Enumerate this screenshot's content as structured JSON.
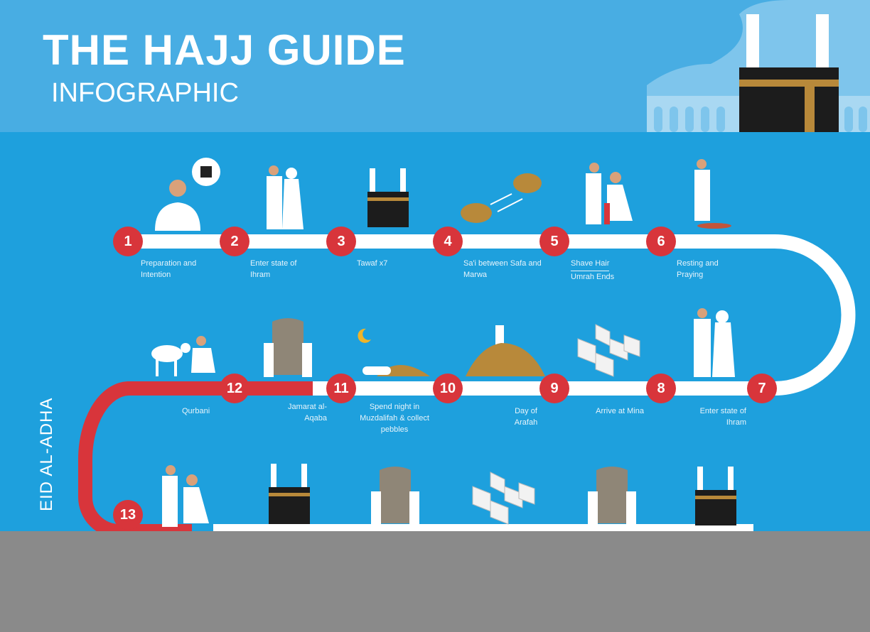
{
  "header": {
    "title": "THE HAJJ GUIDE",
    "subtitle": "INFOGRAPHIC"
  },
  "side_label": "EID AL-ADHA",
  "colors": {
    "background": "#1ea0dd",
    "header": "#48ade3",
    "step_circle": "#d8353b",
    "road_white": "#ffffff",
    "road_red": "#d8353b",
    "overlay": "#8a8a8a"
  },
  "steps": [
    {
      "number": "1",
      "label": "Preparation and Intention",
      "icon": "pilgrim-thinking-kaaba-icon"
    },
    {
      "number": "2",
      "label": "Enter state of Ihram",
      "icon": "pilgrims-ihram-icon"
    },
    {
      "number": "3",
      "label": "Tawaf x7",
      "icon": "kaaba-icon"
    },
    {
      "number": "4",
      "label": "Sa'i between Safa and Marwa",
      "icon": "hills-icon"
    },
    {
      "number": "5",
      "label": "Shave Hair",
      "label2": "Umrah Ends",
      "icon": "haircut-icon"
    },
    {
      "number": "6",
      "label": "Resting and Praying",
      "icon": "praying-pilgrim-icon"
    },
    {
      "number": "7",
      "label": "Enter state of Ihram",
      "icon": "pilgrims-ihram-icon"
    },
    {
      "number": "8",
      "label": "Arrive at Mina",
      "icon": "tents-icon"
    },
    {
      "number": "9",
      "label": "Day of Arafah",
      "icon": "mount-arafah-icon"
    },
    {
      "number": "10",
      "label": "Spend night in Muzdalifah & collect pebbles",
      "icon": "sleeping-pilgrim-icon"
    },
    {
      "number": "11",
      "label": "Jamarat al-Aqaba",
      "icon": "jamarat-pillar-icon"
    },
    {
      "number": "12",
      "label": "Qurbani",
      "icon": "sheep-sacrifice-icon"
    },
    {
      "number": "13",
      "label": "",
      "icon": "haircut-icon"
    }
  ]
}
